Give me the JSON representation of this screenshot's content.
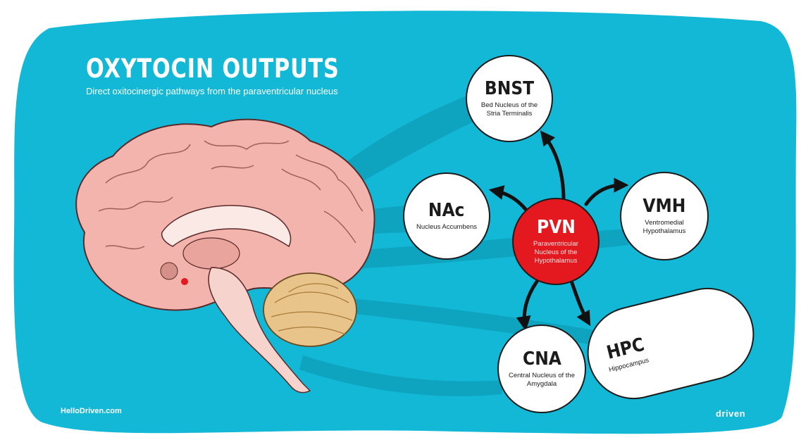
{
  "header": {
    "title": "OXYTOCIN OUTPUTS",
    "subtitle": "Direct oxitocinergic pathways from the paraventricular nucleus"
  },
  "center": {
    "abbr": "PVN",
    "full": "Paraventricular Nucleus of the Hypothalamus"
  },
  "targets": [
    {
      "abbr": "BNST",
      "full": "Bed Nucleus of the Stria Terminalis"
    },
    {
      "abbr": "NAc",
      "full": "Nucleus Accumbens"
    },
    {
      "abbr": "VMH",
      "full": "Ventromedial Hypothalamus"
    },
    {
      "abbr": "CNA",
      "full": "Central Nucleus of the Amygdala"
    },
    {
      "abbr": "HPC",
      "full": "Hippocampus"
    }
  ],
  "footer": {
    "website": "HelloDriven.com",
    "logo": "driven"
  },
  "colors": {
    "background": "#12b8d6",
    "hub": "#e3191f",
    "brain": "#f2b4ad",
    "cerebellum": "#e8c48a"
  }
}
